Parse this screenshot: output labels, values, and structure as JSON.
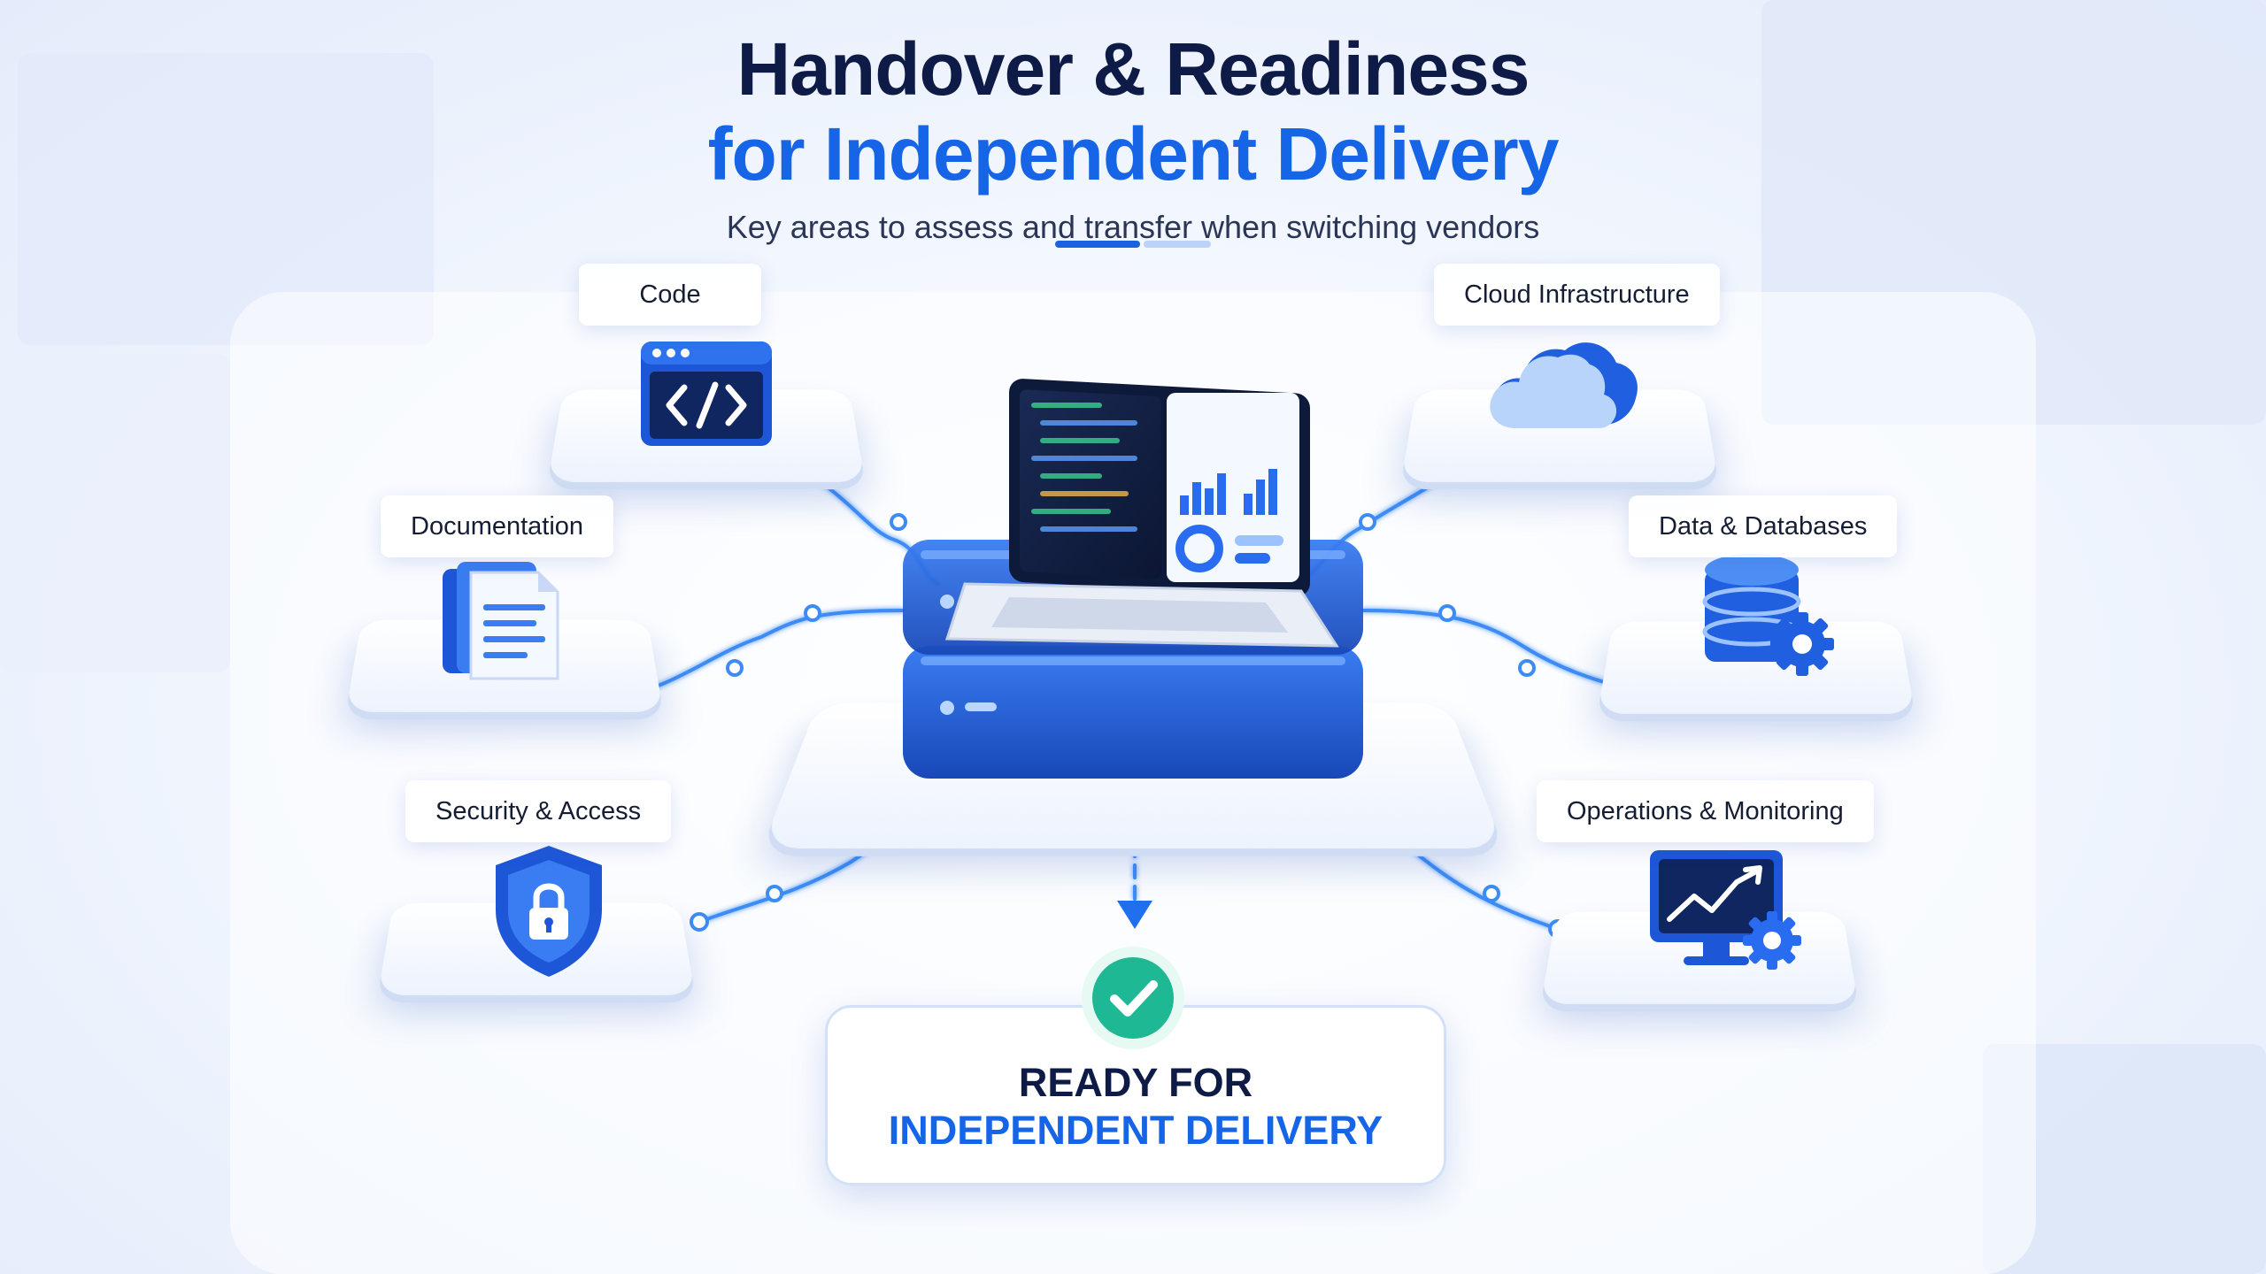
{
  "title_line1": "Handover & Readiness",
  "title_line2": "for Independent Delivery",
  "subtitle": "Key areas to assess and transfer when switching vendors",
  "areas": {
    "code": "Code",
    "documentation": "Documentation",
    "security": "Security & Access",
    "cloud": "Cloud Infrastructure",
    "data": "Data & Databases",
    "operations": "Operations & Monitoring"
  },
  "icons": {
    "code": "code-window-icon",
    "documentation": "document-icon",
    "security": "shield-lock-icon",
    "cloud": "cloud-icon",
    "data": "database-gear-icon",
    "operations": "monitor-chart-gear-icon",
    "hub": "laptop-server-icon",
    "ready": "check-circle-icon"
  },
  "result": {
    "line1": "READY FOR",
    "line2": "INDEPENDENT DELIVERY"
  },
  "colors": {
    "accent": "#1565e6",
    "navy": "#0d1b46",
    "check": "#1fb894"
  }
}
